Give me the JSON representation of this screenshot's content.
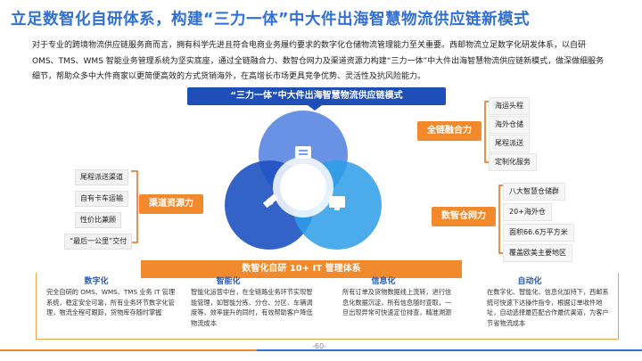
{
  "page": {
    "title": "立足数智化自研体系，构建“三力一体”中大件出海智慧物流供应链新模式",
    "intro": "对于专业的跨境物流供应链服务商而言，拥有科学先进且符合电商业务履约要求的数字化仓储物流管理能力至关重要。西邮物流立足数字化研发体系，以自研 OMS、TMS、WMS 智能业务管理系统为坚实底座，通过全链融合力、数智仓网力及渠道资源力构建“三力一体”中大件出海智慧物流供应链新模式，做深做细服务细节，帮助众多中大件商家以更简便高效的方式货销海外，在高增长市场更具竞争优势、灵活性及抗风险能力。",
    "page_number": "-60-"
  },
  "diagram": {
    "title": "“三力一体”中大件出海智慧物流供应链模式",
    "circle_colors": {
      "top": "#4f7fe0",
      "left": "#1e52c2",
      "right": "#2d9ee8"
    },
    "right_top": {
      "label": "全链融合力",
      "items": [
        "海运头程",
        "海外仓储",
        "尾程派送",
        "定制化服务"
      ]
    },
    "left": {
      "label": "渠道资源力",
      "items": [
        "尾程派送渠道",
        "自有卡车运输",
        "性价比兼顾",
        "“最后一公里”交付"
      ]
    },
    "right_bottom": {
      "label": "数智仓网力",
      "items": [
        "八大智慧仓储群",
        "20+海外仓",
        "面积66.6万平方米",
        "覆盖欧美主要地区"
      ]
    },
    "bottom": {
      "label": "数智化自研 10+ IT 管理体系",
      "columns": [
        {
          "heading": "数字化",
          "text": "完全自研的 OMS、WMS、TMS 业务 IT 管理系统，稳定安全可靠，所有业务环节数字化管理，物流全程可跟踪，货物库存随时掌握"
        },
        {
          "heading": "智能化",
          "text": "智能化运营中台，在全链路业务环节实现智能管理，如智能分拣、分仓、分区、车辆调度等，效率提升的同时，有效帮助客户降低物流成本"
        },
        {
          "heading": "信息化",
          "text": "所有订单及货物数据线上流转，进行信息化数据沉淀，所有信息随时查取，一旦出现异常可快速定位排查，精准溯源"
        },
        {
          "heading": "自动化",
          "text": "在数字化、智能化、信息化加持下，西邮系统可快速下达操作指令，根据订单收件地址，自动选择最匹配合作最优渠道，为客户节省物流成本"
        }
      ]
    }
  }
}
